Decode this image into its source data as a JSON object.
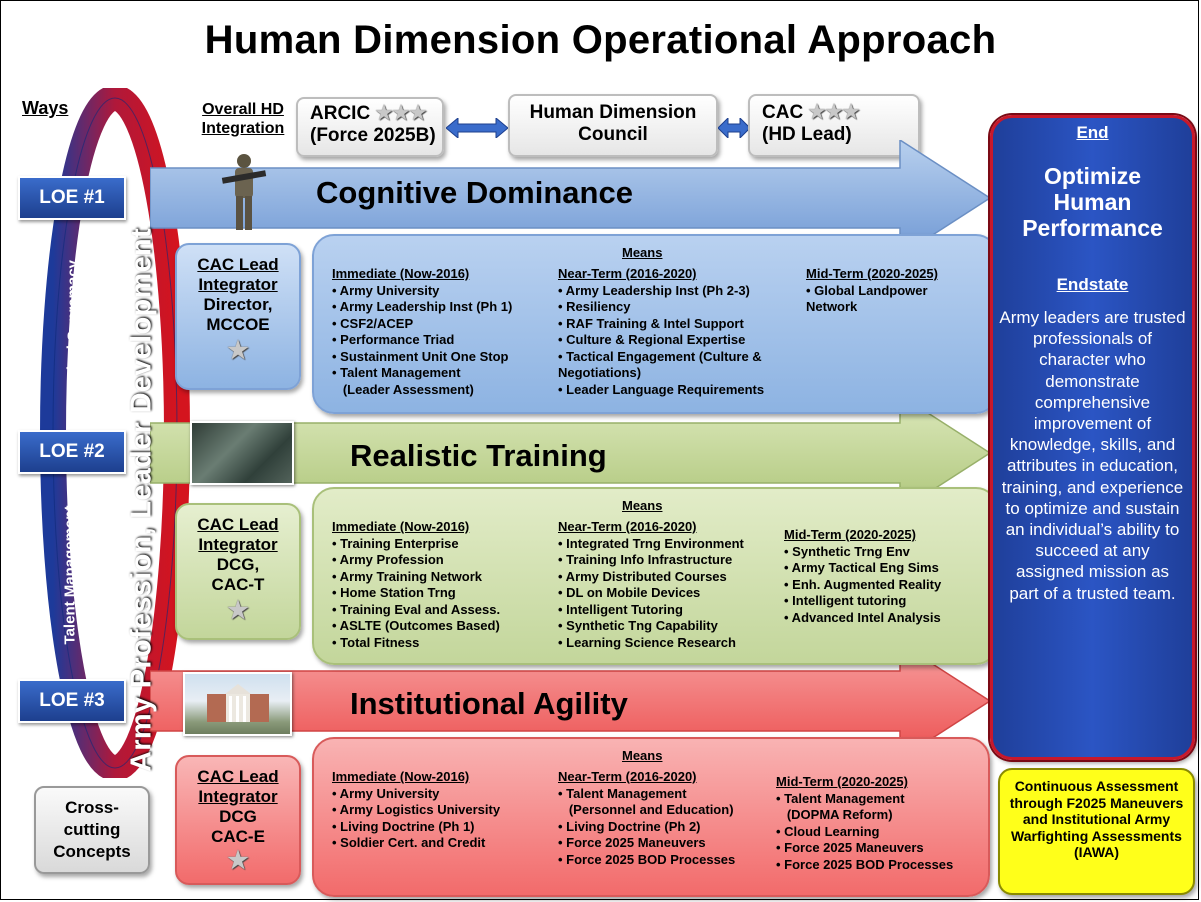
{
  "title": "Human Dimension Operational Approach",
  "ways_label": "Ways",
  "overall_hd": "Overall HD Integration",
  "top_boxes": {
    "arcic": {
      "line1": "ARCIC",
      "line2": "(Force 2025B)"
    },
    "council": {
      "line1": "Human Dimension",
      "line2": "Council"
    },
    "cac": {
      "line1": "CAC",
      "line2": "(HD Lead)"
    }
  },
  "vertical": {
    "leader_dev": "Army Profession, Leader Development",
    "physical": "Physical Supremacy",
    "talent": "Talent Management"
  },
  "cross_cutting": "Cross-cutting Concepts",
  "loes": [
    {
      "label": "LOE #1",
      "arrow_title": "Cognitive Dominance",
      "integrator": {
        "line1": "CAC Lead",
        "line2": "Integrator",
        "line3": "Director,",
        "line4": "MCCOE"
      },
      "means_title": "Means",
      "columns": [
        {
          "heading": "Immediate (Now-2016)",
          "items": [
            "• Army University",
            "• Army Leadership Inst (Ph 1)",
            "• CSF2/ACEP",
            "• Performance Triad",
            "• Sustainment Unit One Stop",
            "• Talent Management",
            "   (Leader Assessment)"
          ]
        },
        {
          "heading": "Near-Term (2016-2020)",
          "items": [
            "• Army Leadership Inst (Ph 2-3)",
            "• Resiliency",
            "• RAF Training & Intel Support",
            "• Culture & Regional Expertise",
            "• Tactical Engagement (Culture &",
            "Negotiations)",
            "• Leader Language Requirements"
          ]
        },
        {
          "heading": "Mid-Term (2020-2025)",
          "items": [
            "• Global Landpower",
            "Network"
          ]
        }
      ]
    },
    {
      "label": "LOE #2",
      "arrow_title": "Realistic Training",
      "integrator": {
        "line1": "CAC Lead",
        "line2": "Integrator",
        "line3": "DCG,",
        "line4": "CAC-T"
      },
      "means_title": "Means",
      "columns": [
        {
          "heading": "Immediate (Now-2016)",
          "items": [
            "• Training Enterprise",
            "• Army Profession",
            "• Army Training Network",
            "• Home Station Trng",
            "• Training Eval and Assess.",
            "• ASLTE (Outcomes Based)",
            "• Total Fitness"
          ]
        },
        {
          "heading": "Near-Term (2016-2020)",
          "items": [
            "• Integrated Trng Environment",
            "• Training Info Infrastructure",
            "• Army Distributed Courses",
            "• DL on Mobile Devices",
            "• Intelligent Tutoring",
            "• Synthetic Tng Capability",
            "• Learning Science Research"
          ]
        },
        {
          "heading": "Mid-Term (2020-2025)",
          "items": [
            "• Synthetic Trng Env",
            "• Army Tactical Eng Sims",
            "• Enh. Augmented Reality",
            "• Intelligent tutoring",
            "• Advanced Intel Analysis"
          ]
        }
      ]
    },
    {
      "label": "LOE #3",
      "arrow_title": "Institutional Agility",
      "integrator": {
        "line1": "CAC Lead",
        "line2": "Integrator",
        "line3": "DCG",
        "line4": "CAC-E"
      },
      "means_title": "Means",
      "columns": [
        {
          "heading": "Immediate (Now-2016)",
          "items": [
            "• Army University",
            "• Army Logistics University",
            "• Living Doctrine (Ph 1)",
            "• Soldier Cert. and Credit"
          ]
        },
        {
          "heading": "Near-Term (2016-2020)",
          "items": [
            "• Talent Management",
            "   (Personnel and Education)",
            "• Living Doctrine (Ph 2)",
            "• Force 2025 Maneuvers",
            "• Force 2025 BOD Processes"
          ]
        },
        {
          "heading": "Mid-Term (2020-2025)",
          "items": [
            "• Talent Management",
            "   (DOPMA Reform)",
            "• Cloud Learning",
            "• Force 2025 Maneuvers",
            "• Force 2025 BOD Processes"
          ]
        }
      ]
    }
  ],
  "end": {
    "heading": "End",
    "objective": "Optimize Human Performance",
    "endstate_heading": "Endstate",
    "endstate_text": "Army leaders are trusted professionals of character who demonstrate comprehensive improvement of knowledge, skills, and attributes in education, training, and experience to optimize and sustain an individual’s ability to succeed at any assigned mission as part of a trusted team."
  },
  "assessment": "Continuous Assessment through F2025 Maneuvers and Institutional Army Warfighting Assessments (IAWA)",
  "colors": {
    "blue_arrow": "#8db3e2",
    "green_arrow": "#c3d69b",
    "red_arrow": "#f26b6b",
    "loe_box": "#2a56b8",
    "end_box": "#2448a8",
    "assessment_box": "#ffff1a"
  },
  "icons": [
    "star-icon",
    "soldier-image",
    "training-photo",
    "building-photo"
  ]
}
